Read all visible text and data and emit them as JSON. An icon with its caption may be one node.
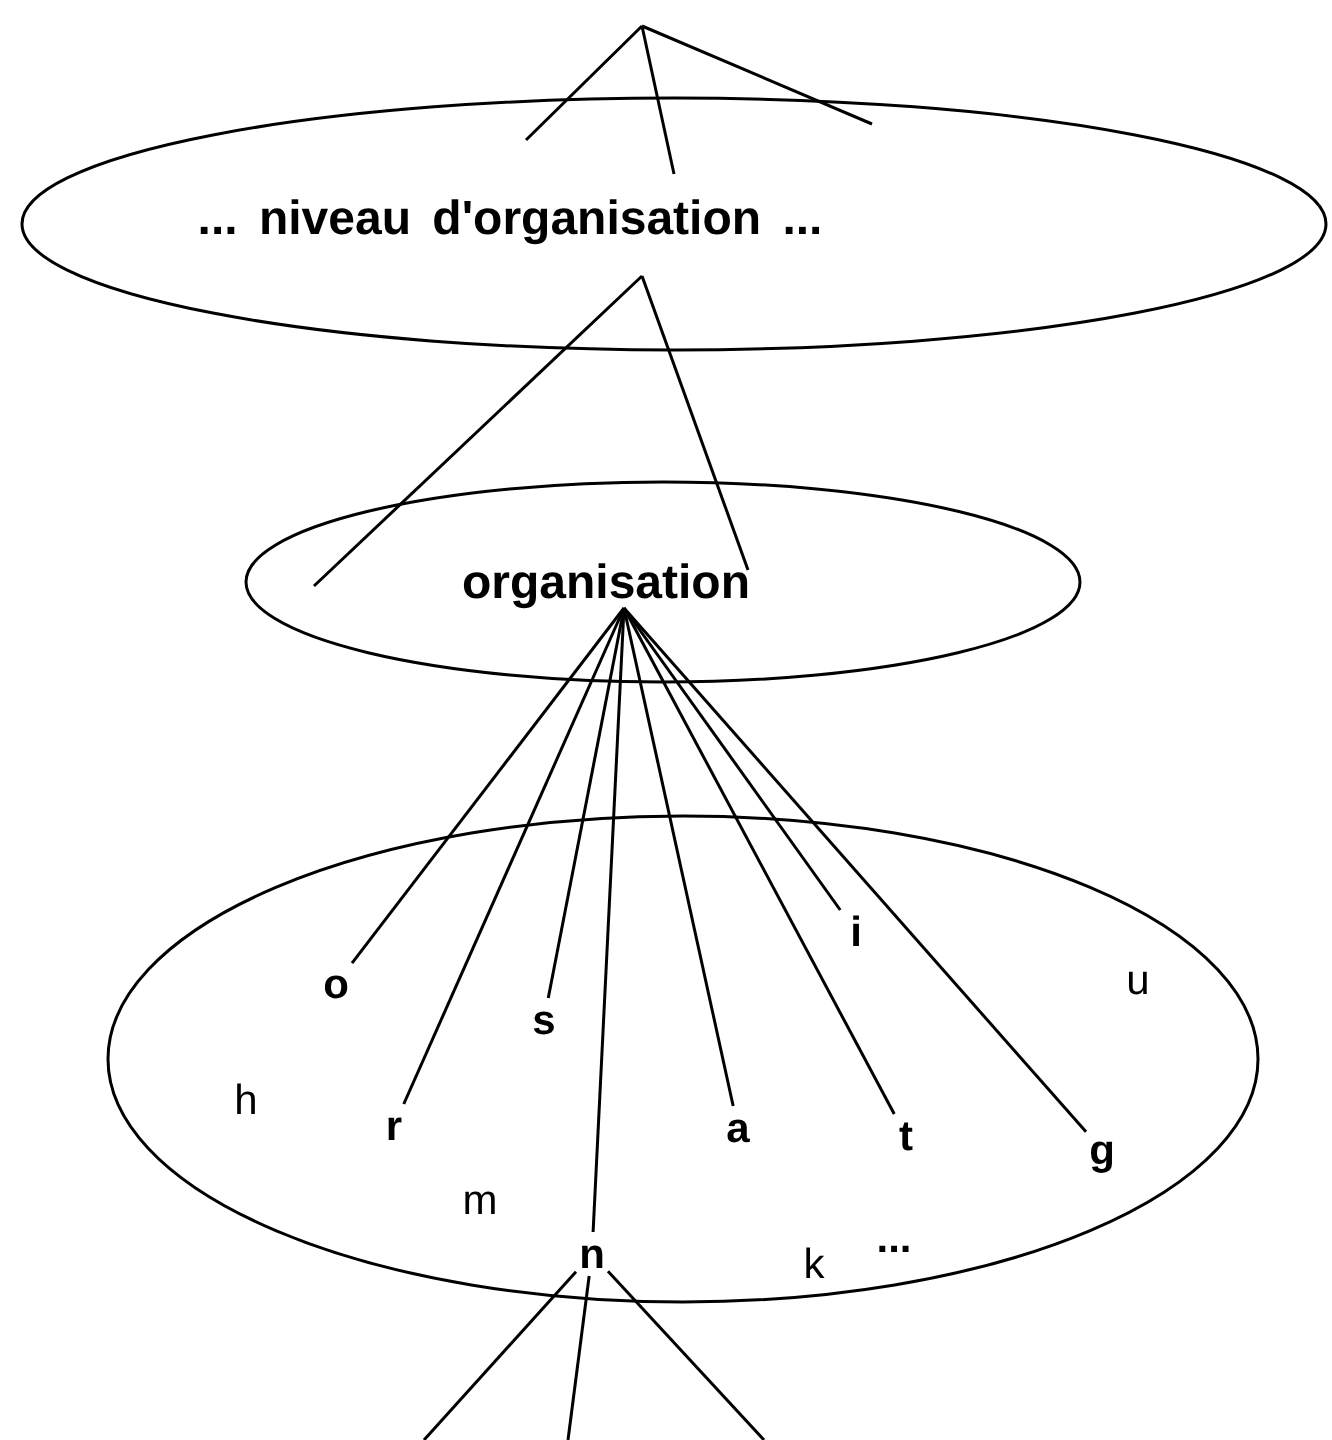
{
  "diagram": {
    "nodes": [
      {
        "text": [
          "... niveau d'organisation ..."
        ]
      },
      {
        "text": [
          "organisation"
        ]
      },
      {
        "text": [],
        "shape": "ellipse"
      },
      {
        "text": [
          "o"
        ],
        "in": 2
      },
      {
        "text": [
          "s"
        ],
        "in": 2
      },
      {
        "text": [
          "i"
        ],
        "in": 2
      },
      {
        "text": [
          "u"
        ],
        "in": 2
      },
      {
        "text": [
          "h"
        ],
        "in": 2
      },
      {
        "text": [
          "r"
        ],
        "in": 2
      },
      {
        "text": [
          "a"
        ],
        "in": 2
      },
      {
        "text": [
          "t"
        ],
        "in": 2
      },
      {
        "text": [
          "g"
        ],
        "in": 2
      },
      {
        "text": [
          "m"
        ],
        "in": 2
      },
      {
        "text": [
          "n"
        ],
        "in": 2
      },
      {
        "text": [
          "k"
        ],
        "in": 2
      },
      {
        "text": [
          "..."
        ],
        "in": 2
      }
    ],
    "edges": [
      {
        "from": null,
        "to": 0,
        "arrow": "none"
      },
      {
        "from": null,
        "to": 0,
        "arrow": "none"
      },
      {
        "from": null,
        "to": 0,
        "arrow": "none"
      },
      {
        "from": 0,
        "to": 1,
        "arrow": "none"
      },
      {
        "from": 0,
        "to": 1,
        "arrow": "none"
      },
      {
        "from": 1,
        "to": 3,
        "arrow": "none"
      },
      {
        "from": 1,
        "to": 8,
        "arrow": "none"
      },
      {
        "from": 1,
        "to": 4,
        "arrow": "none"
      },
      {
        "from": 1,
        "to": 13,
        "arrow": "none"
      },
      {
        "from": 1,
        "to": 9,
        "arrow": "none"
      },
      {
        "from": 1,
        "to": 10,
        "arrow": "none"
      },
      {
        "from": 1,
        "to": 5,
        "arrow": "none"
      },
      {
        "from": 1,
        "to": 11,
        "arrow": "none"
      },
      {
        "from": 13,
        "to": null,
        "arrow": "none"
      },
      {
        "from": 13,
        "to": null,
        "arrow": "none"
      },
      {
        "from": 13,
        "to": null,
        "arrow": "none"
      }
    ]
  }
}
